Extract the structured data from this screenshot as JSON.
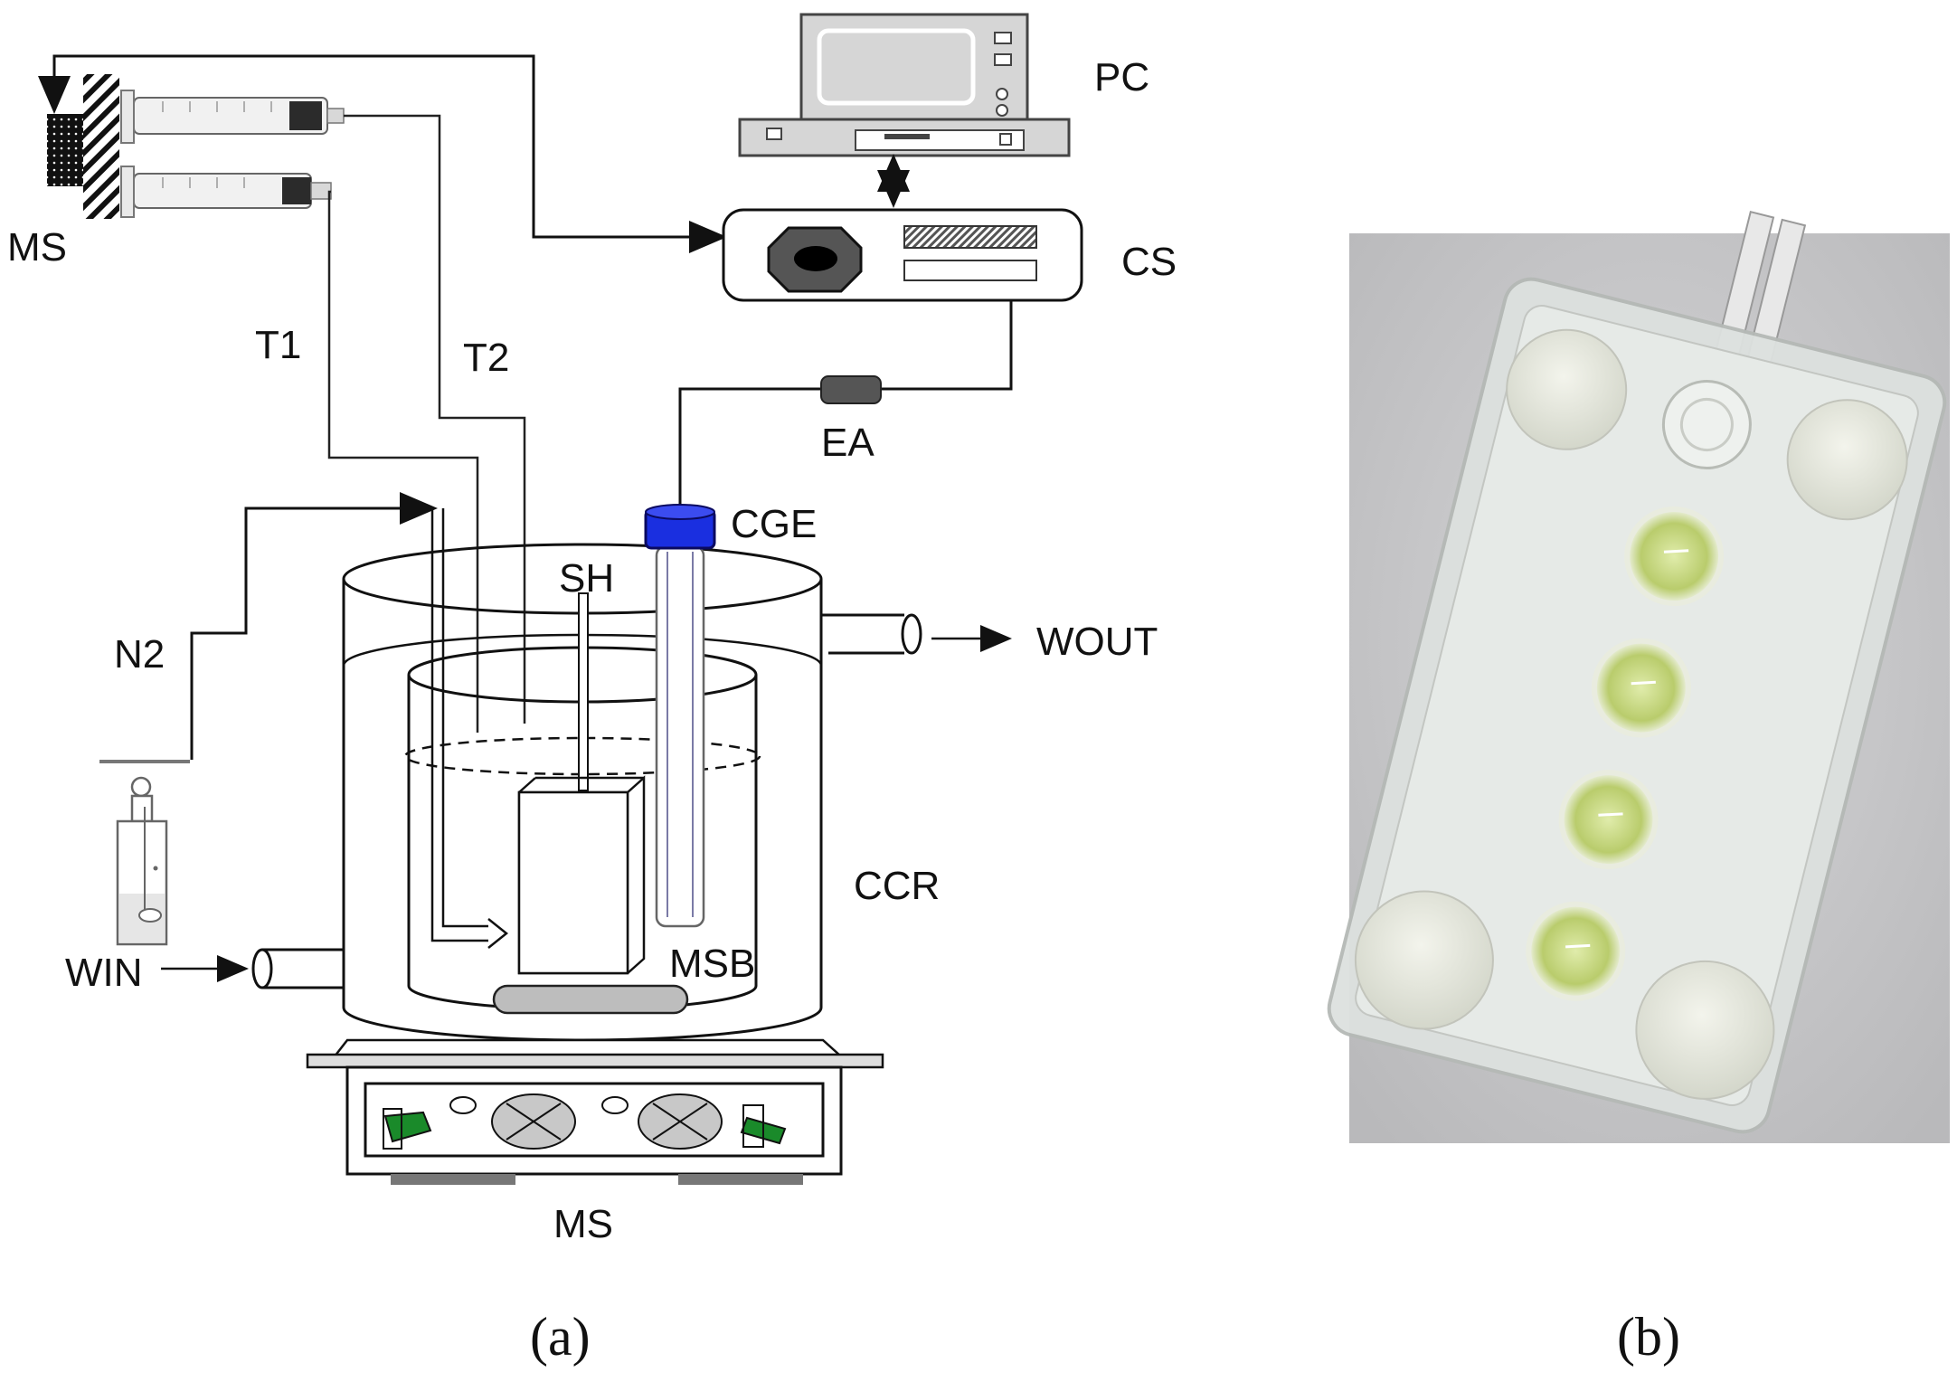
{
  "figure": {
    "panel_a": {
      "caption": "(a)",
      "labels": {
        "ms_top": "MS",
        "pc": "PC",
        "cs": "CS",
        "t1": "T1",
        "t2": "T2",
        "ea": "EA",
        "cge": "CGE",
        "sh": "SH",
        "wout": "WOUT",
        "n2": "N2",
        "ccr": "CCR",
        "win": "WIN",
        "msb": "MSB",
        "ms_bottom": "MS"
      }
    },
    "panel_b": {
      "caption": "(b)"
    }
  },
  "colors": {
    "cap_blue": "#1a2fe0",
    "switch_green": "#1a8a2a",
    "paddle_gray": "#c8c8c8",
    "stirbar_gray": "#bdbdbd",
    "photo_bg": "#c9c9cb",
    "chip_glass": "#dfe3e1",
    "well_green": "#c8d98a"
  }
}
